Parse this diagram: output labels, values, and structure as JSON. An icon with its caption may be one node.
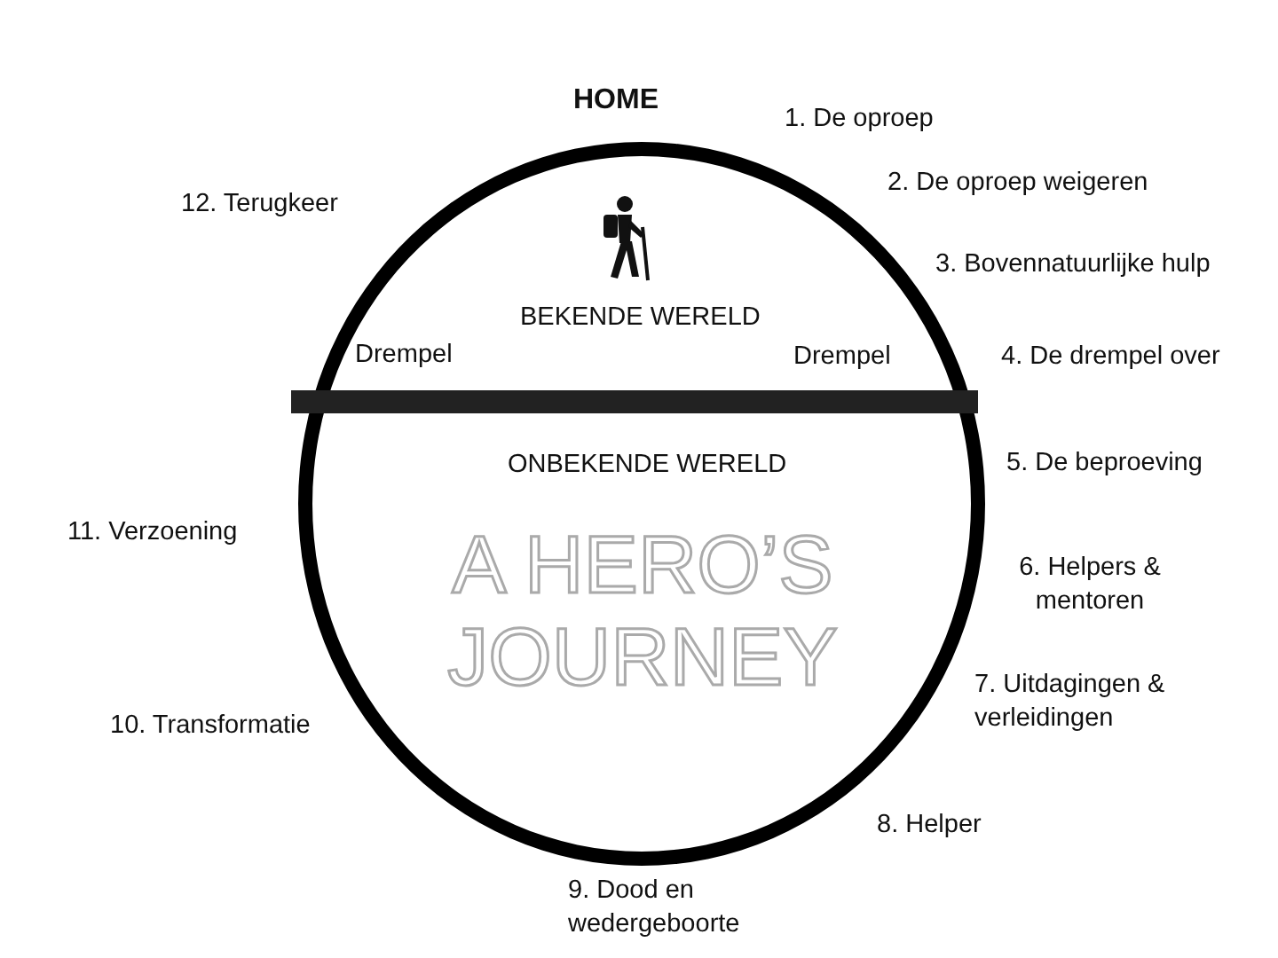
{
  "diagram": {
    "title": "A HERO’S JOURNEY",
    "nodes": [
      {
        "text": [
          "HOME",
          "BEKENDE WERELD",
          "ONBEKENDE WERELD"
        ]
      },
      {
        "text": [
          "Drempel",
          "Drempel"
        ],
        "in": 0
      }
    ],
    "labels": [
      "1. De oproep",
      "2. De oproep weigeren",
      "3. Bovennatuurlijke hulp",
      "4. De drempel over",
      "5. De beproeving",
      "6. Helpers & mentoren",
      "7. Uitdagingen & verleidingen",
      "8. Helper",
      "9. Dood en wedergeboorte",
      "10. Transformatie",
      "11. Verzoening",
      "12. Terugkeer"
    ]
  }
}
